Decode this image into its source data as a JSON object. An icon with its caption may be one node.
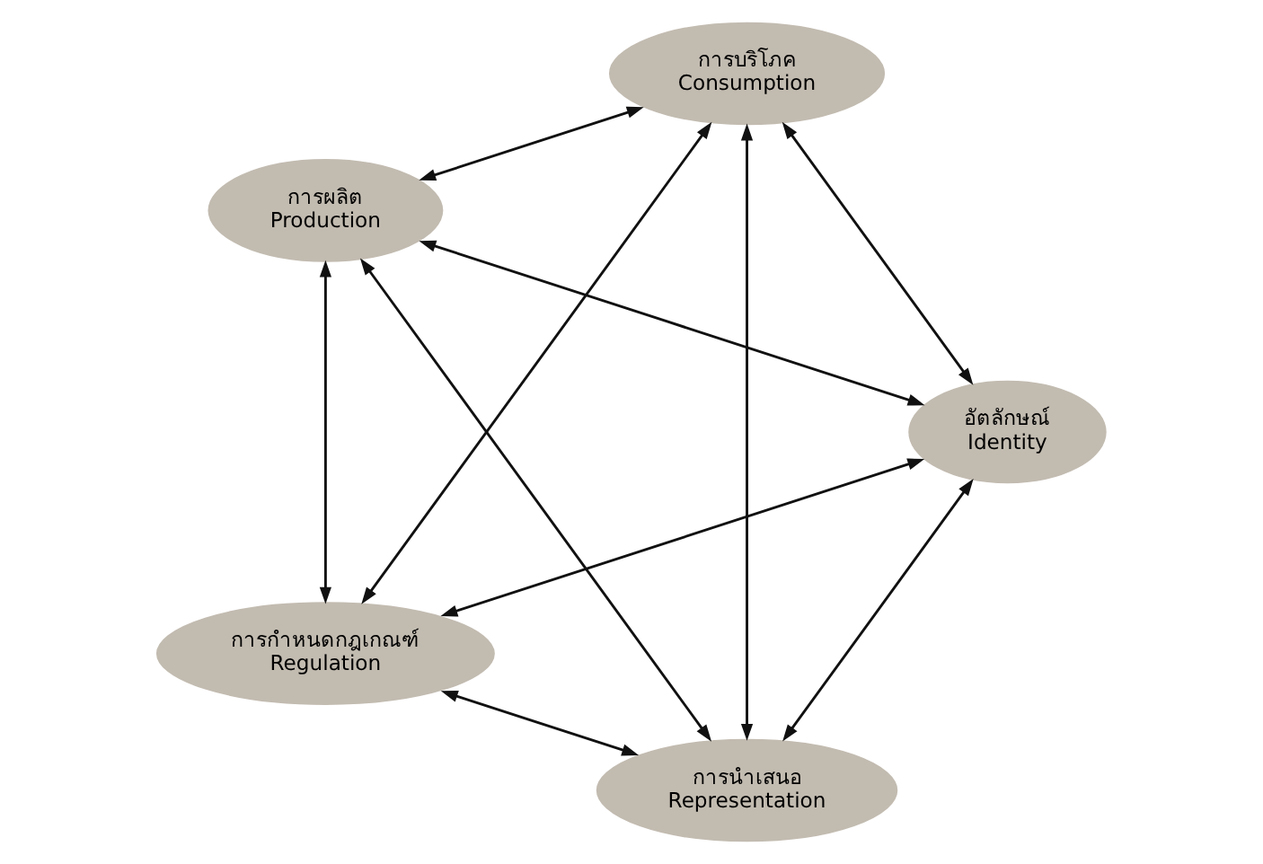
{
  "diagram": {
    "nodes": [
      {
        "text": [
          "การนำเสนอ",
          "Representation"
        ]
      },
      {
        "text": [
          "อัตลักษณ์",
          "Identity"
        ]
      },
      {
        "text": [
          "การผลิต",
          "Production"
        ]
      },
      {
        "text": [
          "การบริโภค",
          "Consumption"
        ]
      },
      {
        "text": [
          "การกำหนดกฎเกณฑ์",
          "Regulation"
        ]
      }
    ],
    "edges": [
      {
        "from": 0,
        "to": 1,
        "arrow": "both"
      },
      {
        "from": 4,
        "to": 0,
        "arrow": "both"
      },
      {
        "from": 4,
        "to": 1,
        "arrow": "both"
      },
      {
        "from": 4,
        "to": 2,
        "arrow": "both"
      },
      {
        "from": 4,
        "to": 3,
        "arrow": "both"
      },
      {
        "from": 3,
        "to": 0,
        "arrow": "both"
      },
      {
        "from": 0,
        "to": 2,
        "arrow": "both"
      },
      {
        "from": 1,
        "to": 3,
        "arrow": "both"
      },
      {
        "from": 1,
        "to": 2,
        "arrow": "both"
      },
      {
        "from": 3,
        "to": 2,
        "arrow": "both"
      }
    ]
  }
}
